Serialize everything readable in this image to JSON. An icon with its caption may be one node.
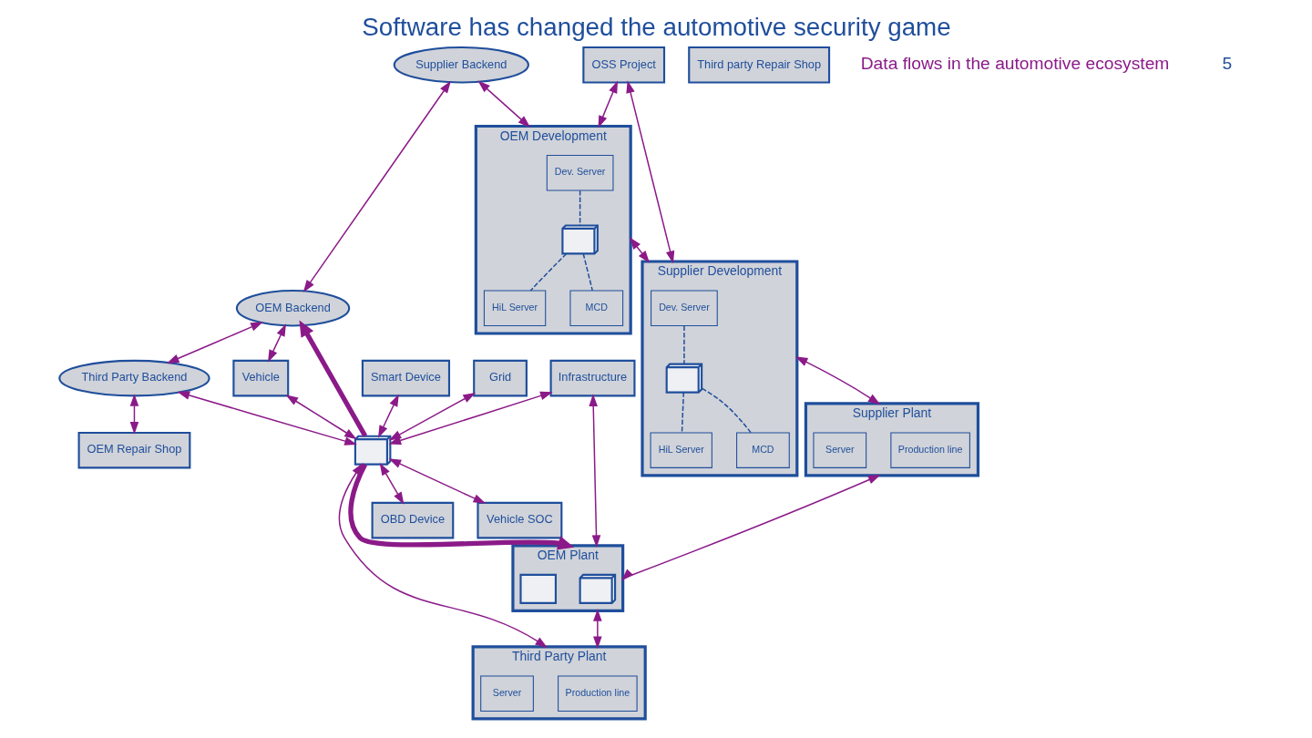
{
  "diagram": {
    "title": "Software has changed the automotive security game",
    "nodes": [
      {
        "text": [
          "Supplier Backend"
        ]
      },
      {
        "text": [
          "OEM Backend"
        ]
      },
      {
        "text": [
          "Third Party Backend"
        ]
      },
      {
        "text": [
          "OEM Development"
        ]
      },
      {
        "text": [
          "Dev. Server"
        ],
        "in": 3
      },
      {
        "text": [],
        "shape": "picture",
        "in": 3
      },
      {
        "text": [
          "HiL Server"
        ],
        "in": 3
      },
      {
        "text": [
          "MCD"
        ],
        "in": 3
      },
      {
        "text": [
          "Supplier Development"
        ]
      },
      {
        "text": [
          "Dev. Server"
        ],
        "in": 8
      },
      {
        "text": [],
        "shape": "picture",
        "in": 8
      },
      {
        "text": [
          "HiL Server"
        ],
        "in": 8
      },
      {
        "text": [
          "MCD"
        ],
        "in": 8
      },
      {
        "text": [
          "OSS Project"
        ]
      },
      {
        "text": [
          "Vehicle"
        ]
      },
      {
        "text": [
          "Smart Device"
        ]
      },
      {
        "text": [
          "Grid"
        ]
      },
      {
        "text": [],
        "shape": "picture"
      },
      {
        "text": [
          "Infrastructure"
        ]
      },
      {
        "text": [
          "OBD Device"
        ]
      },
      {
        "text": [
          "OEM Repair Shop"
        ]
      },
      {
        "text": [
          "Vehicle SOC"
        ]
      },
      {
        "text": [
          "Third party Repair Shop"
        ]
      },
      {
        "text": [
          "Supplier Plant"
        ]
      },
      {
        "text": [
          "Production line"
        ],
        "in": 23
      },
      {
        "text": [
          "Server"
        ],
        "in": 23
      },
      {
        "text": [
          "OEM Plant"
        ]
      },
      {
        "text": [],
        "shape": "picture",
        "in": 26
      },
      {
        "text": [],
        "shape": "box",
        "in": 26
      },
      {
        "text": [
          "Third Party Plant"
        ]
      },
      {
        "text": [
          "Production line"
        ],
        "in": 29
      },
      {
        "text": [
          "Server"
        ],
        "in": 29
      }
    ],
    "edges": [
      {
        "from": 0,
        "to": 1,
        "arrow": "both"
      },
      {
        "from": 1,
        "to": 2,
        "arrow": "both"
      },
      {
        "from": 0,
        "to": 3,
        "arrow": "both"
      },
      {
        "from": 1,
        "to": 14,
        "arrow": "both"
      },
      {
        "from": 17,
        "to": 1,
        "arrow": "to",
        "style": "thick"
      },
      {
        "from": 2,
        "to": 17,
        "arrow": "both"
      },
      {
        "from": 2,
        "to": 20,
        "arrow": "both"
      },
      {
        "from": 14,
        "to": 17,
        "arrow": "both"
      },
      {
        "from": 15,
        "to": 17,
        "arrow": "both"
      },
      {
        "from": 16,
        "to": 17,
        "arrow": "both"
      },
      {
        "from": 17,
        "to": 21,
        "arrow": "both"
      },
      {
        "from": 18,
        "to": 17,
        "arrow": "both"
      },
      {
        "from": 17,
        "to": 19,
        "arrow": "both"
      },
      {
        "from": 13,
        "to": 3,
        "arrow": "both"
      },
      {
        "from": 13,
        "to": 8,
        "arrow": "both"
      },
      {
        "from": 3,
        "to": 8,
        "arrow": "both"
      },
      {
        "from": 4,
        "to": 5,
        "arrow": "none",
        "style": "dashed",
        "color": "#1f4e9c"
      },
      {
        "from": 5,
        "to": 6,
        "arrow": "none",
        "style": "dashed",
        "color": "#1f4e9c"
      },
      {
        "from": 5,
        "to": 7,
        "arrow": "none",
        "style": "dashed",
        "color": "#1f4e9c"
      },
      {
        "from": 9,
        "to": 10,
        "arrow": "none",
        "style": "dashed",
        "color": "#1f4e9c"
      },
      {
        "from": 10,
        "to": 11,
        "arrow": "none",
        "style": "dashed",
        "color": "#1f4e9c"
      },
      {
        "from": 10,
        "to": 12,
        "arrow": "none",
        "style": "dashed",
        "color": "#1f4e9c"
      },
      {
        "from": 8,
        "to": 23,
        "arrow": "both"
      },
      {
        "from": 18,
        "to": 26,
        "arrow": "both"
      },
      {
        "from": 17,
        "to": 26,
        "arrow": "to",
        "style": "thick"
      },
      {
        "from": 17,
        "to": 29,
        "arrow": "both"
      },
      {
        "from": 23,
        "to": 26,
        "arrow": "both"
      },
      {
        "from": 26,
        "to": 29,
        "arrow": "both"
      }
    ],
    "labels": [
      "Data flows in the automotive ecosystem",
      "5"
    ]
  }
}
